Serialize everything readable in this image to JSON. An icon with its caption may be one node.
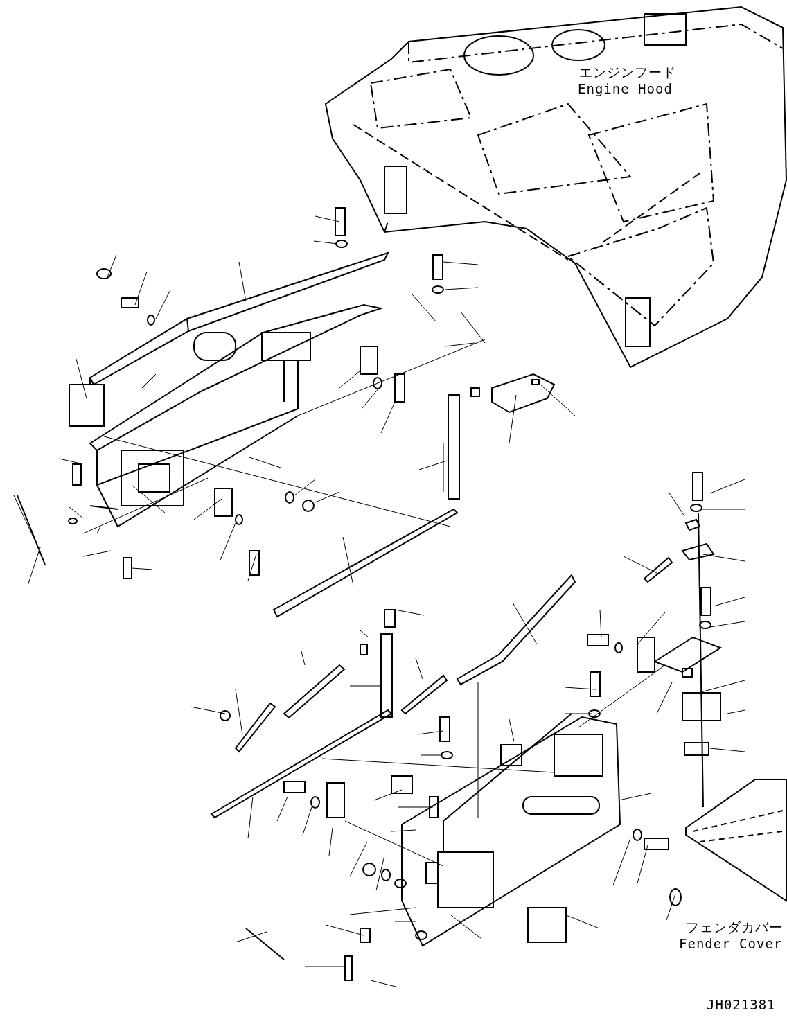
{
  "diagram": {
    "labels": [
      "エンジンフード",
      "Engine Hood",
      "フェンダカバー",
      "Fender Cover",
      "JH021381"
    ]
  }
}
